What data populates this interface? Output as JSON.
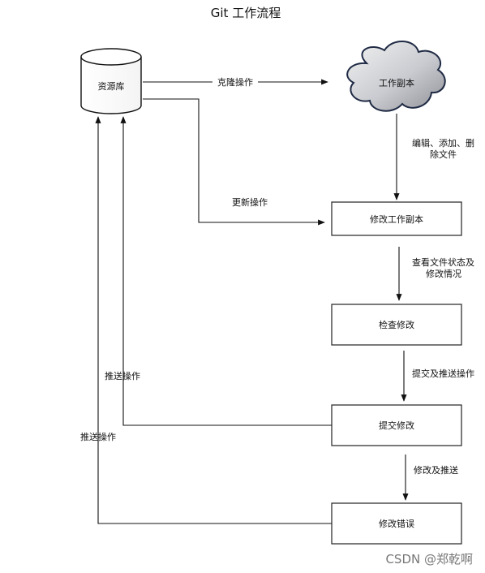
{
  "title": "Git 工作流程",
  "nodes": {
    "repo": "资源库",
    "working_copy": "工作副本",
    "modify_copy": "修改工作副本",
    "check": "检查修改",
    "commit": "提交修改",
    "fix": "修改错误"
  },
  "edges": {
    "clone": "克隆操作",
    "edit_line1": "编辑、添加、删",
    "edit_line2": "除文件",
    "update": "更新操作",
    "status_line1": "查看文件状态及",
    "status_line2": "修改情况",
    "commit_push": "提交及推送操作",
    "push_inner": "推送操作",
    "push_outer": "推送操作",
    "fix_push": "修改及推送"
  },
  "watermark": "CSDN @郑乾啊"
}
